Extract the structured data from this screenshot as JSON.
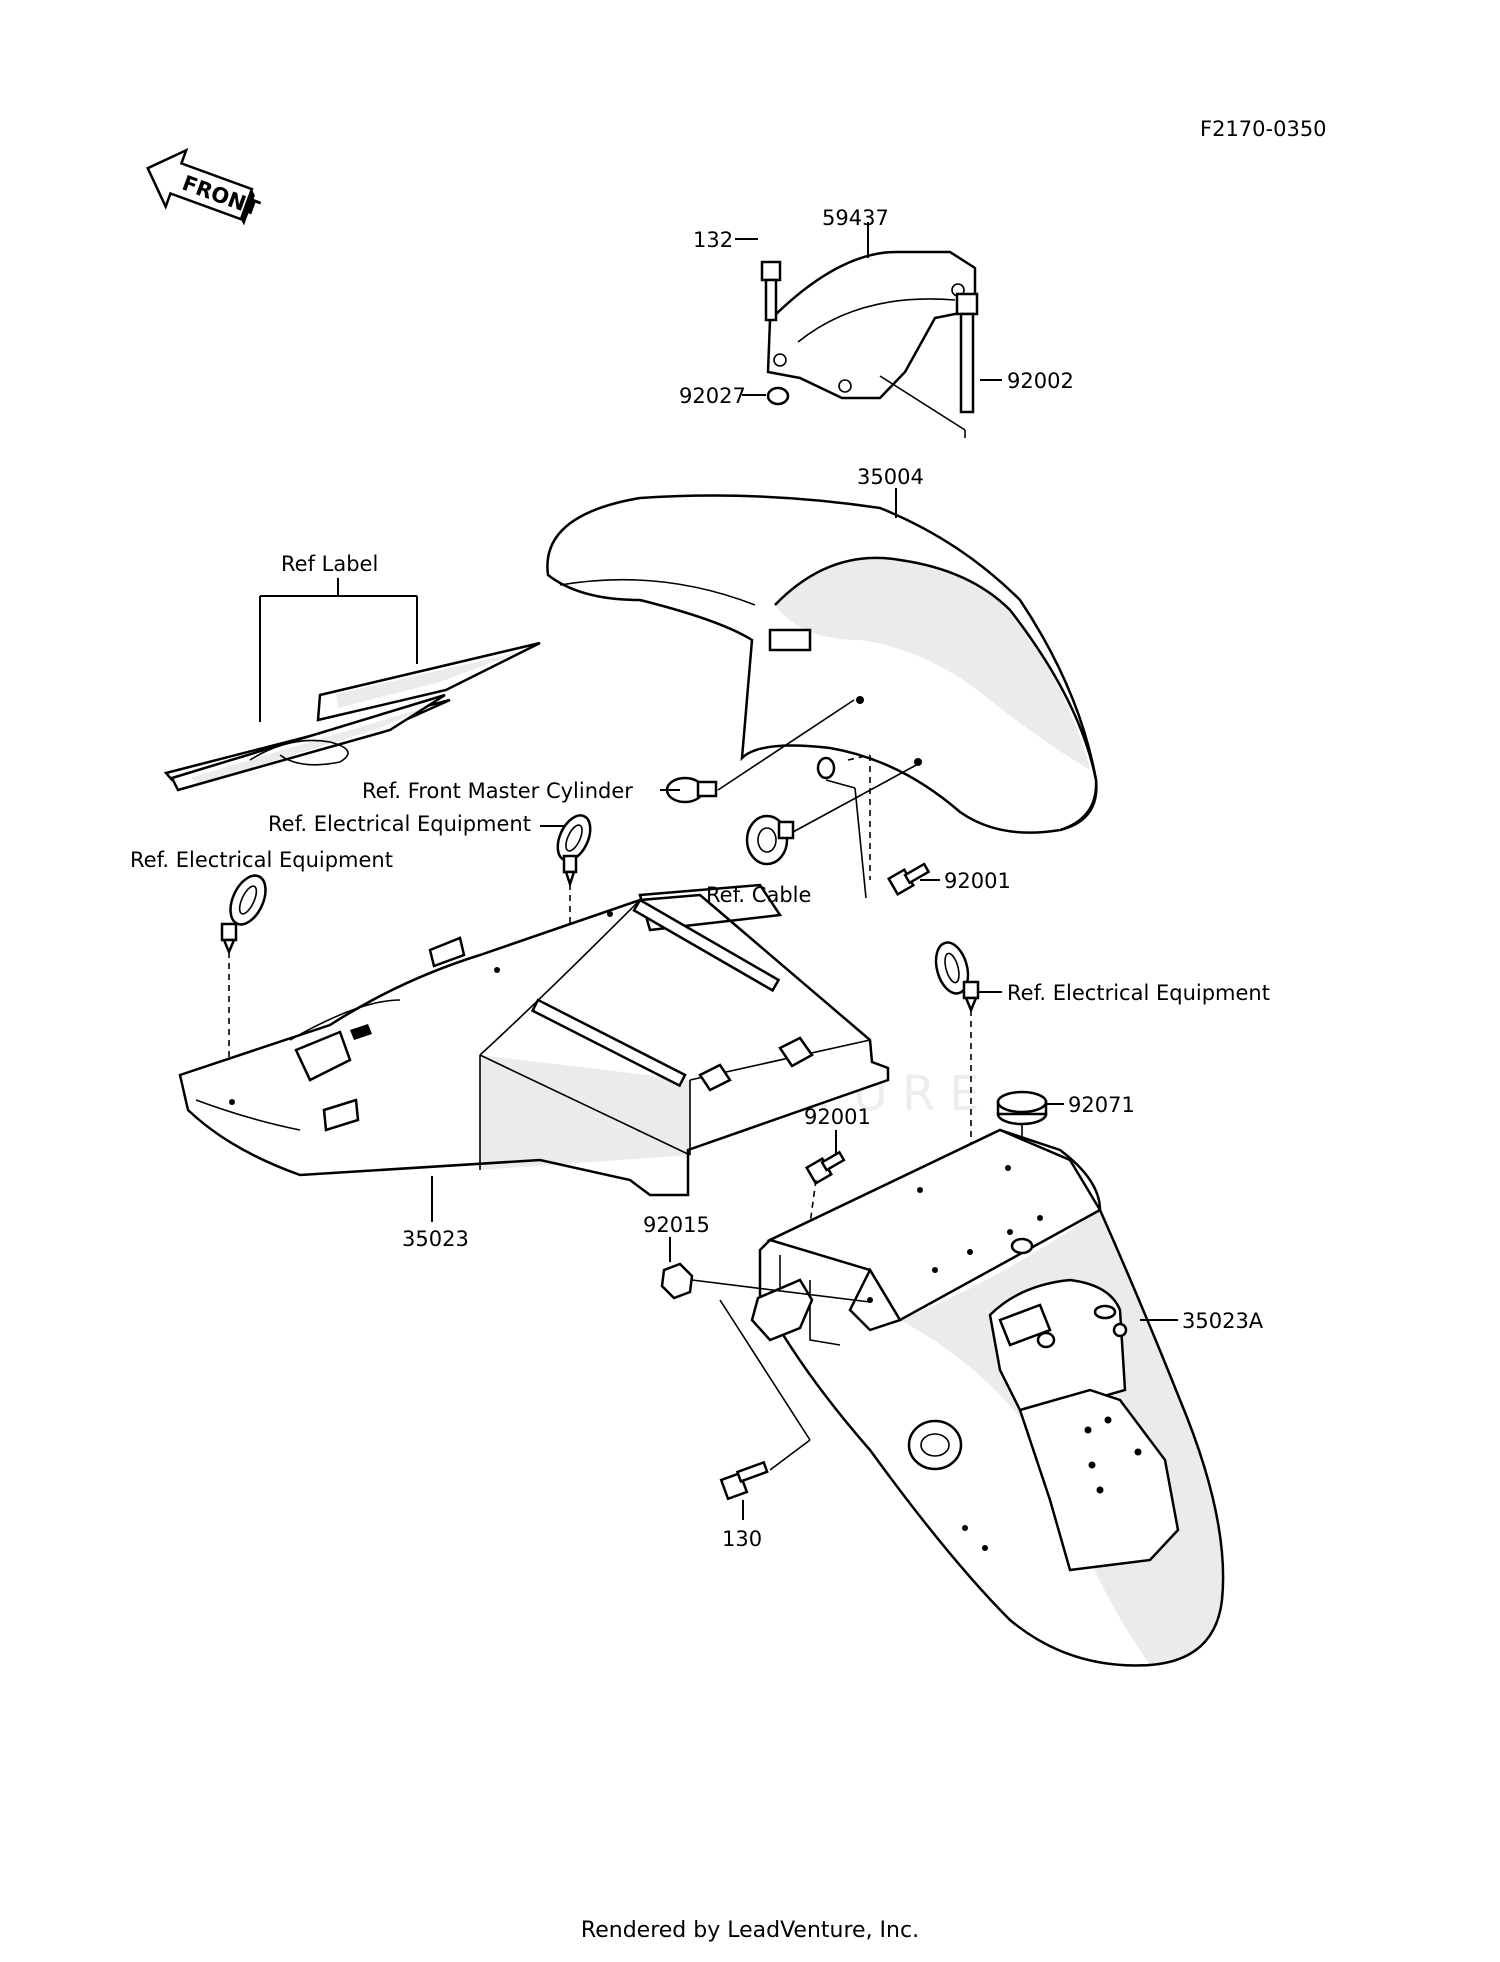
{
  "figure_code": "F2170-0350",
  "front_badge": "FRONT",
  "watermark": "LEADVENTURE",
  "footer": "Rendered by LeadVenture, Inc.",
  "labels": {
    "p59437": "59437",
    "p132": "132",
    "p92002": "92002",
    "p92027": "92027",
    "p35004": "35004",
    "ref_label": "Ref Label",
    "ref_front_master_cylinder": "Ref. Front Master Cylinder",
    "ref_electrical_1": "Ref. Electrical Equipment",
    "ref_electrical_2": "Ref. Electrical Equipment",
    "ref_cable": "Ref. Cable",
    "p92001_a": "92001",
    "ref_electrical_3": "Ref. Electrical Equipment",
    "p92071": "92071",
    "p92001_b": "92001",
    "p35023": "35023",
    "p35023A": "35023A",
    "p92015": "92015",
    "p130": "130"
  }
}
